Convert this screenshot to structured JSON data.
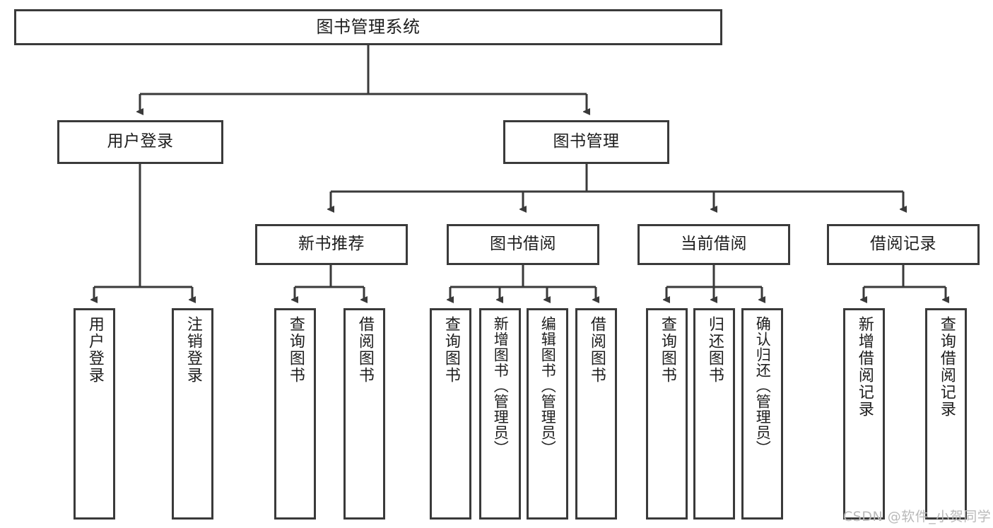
{
  "diagram": {
    "type": "tree-hierarchy",
    "title": "图书管理系统",
    "watermark": "CSDN @软件_小贺同学",
    "colors": {
      "box_border": "#3a3a3a",
      "box_fill": "#ffffff",
      "connector": "#3a3a3a",
      "text": "#1d1d1d",
      "watermark": "#b9b9b9",
      "background": "#ffffff"
    },
    "root": {
      "label": "图书管理系统"
    },
    "level2": [
      {
        "label": "用户登录"
      },
      {
        "label": "图书管理"
      }
    ],
    "level3": [
      {
        "label": "新书推荐"
      },
      {
        "label": "图书借阅"
      },
      {
        "label": "当前借阅"
      },
      {
        "label": "借阅记录"
      }
    ],
    "leaves": {
      "user_login": [
        {
          "label": "用户登录"
        },
        {
          "label": "注销登录"
        }
      ],
      "new_book_recommend": [
        {
          "label": "查询图书"
        },
        {
          "label": "借阅图书"
        }
      ],
      "book_borrow": [
        {
          "label": "查询图书"
        },
        {
          "label": "新增图书（管理员）"
        },
        {
          "label": "编辑图书（管理员）"
        },
        {
          "label": "借阅图书"
        }
      ],
      "current_borrow": [
        {
          "label": "查询图书"
        },
        {
          "label": "归还图书"
        },
        {
          "label": "确认归还（管理员）"
        }
      ],
      "borrow_records": [
        {
          "label": "新增借阅记录"
        },
        {
          "label": "查询借阅记录"
        }
      ]
    }
  }
}
